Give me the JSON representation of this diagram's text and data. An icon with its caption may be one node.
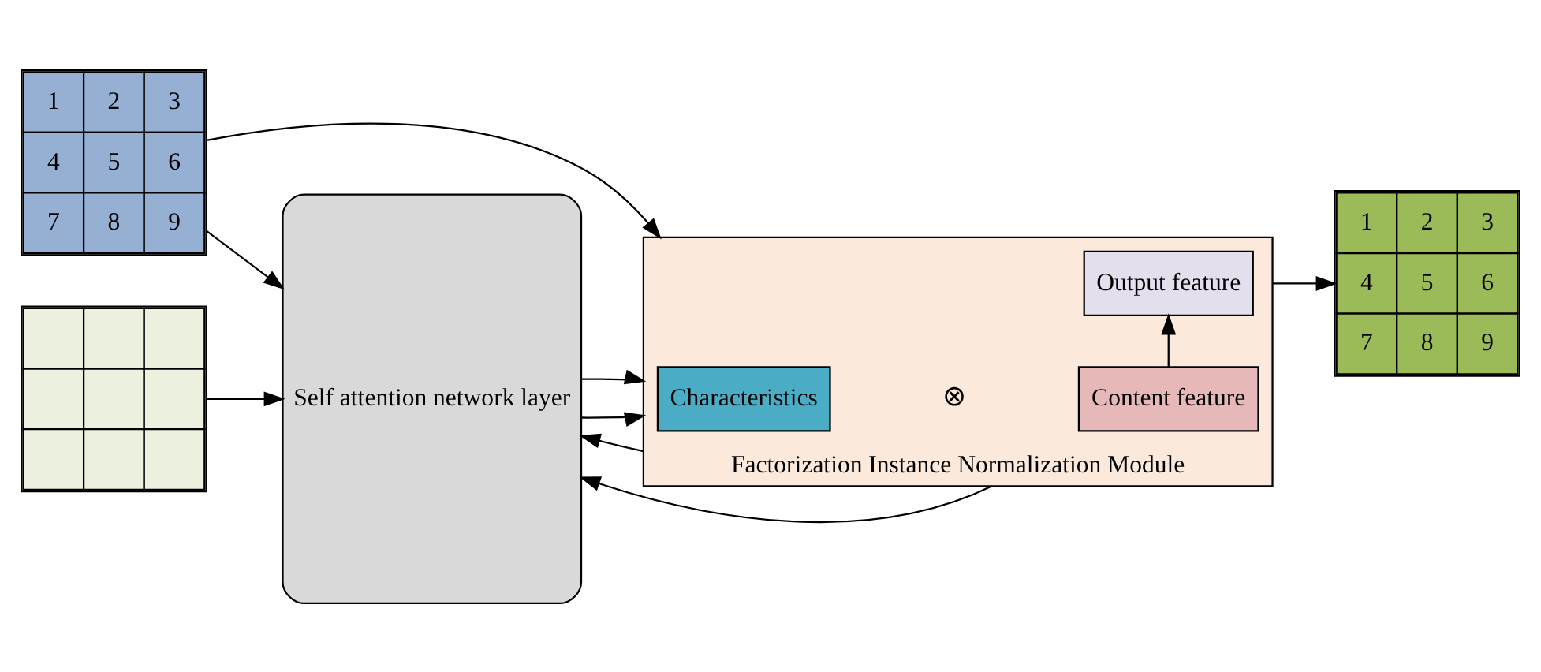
{
  "diagram": {
    "nodes": [
      {
        "text": [
          "1",
          "2",
          "3",
          "4",
          "5",
          "6",
          "7",
          "8",
          "9"
        ]
      },
      {
        "text": [],
        "shape": "grid"
      },
      {
        "text": [
          "Self attention network layer"
        ]
      },
      {
        "text": [
          "Factorization Instance Normalization Module"
        ]
      },
      {
        "text": [
          "Characteristics"
        ],
        "in": 3
      },
      {
        "text": [
          "Content feature"
        ],
        "in": 3
      },
      {
        "text": [
          "Output feature"
        ],
        "in": 3
      },
      {
        "text": [
          "1",
          "2",
          "3",
          "4",
          "5",
          "6",
          "7",
          "8",
          "9"
        ]
      }
    ],
    "edges": [
      {
        "from": 0,
        "to": 2,
        "arrow": "to"
      },
      {
        "from": 1,
        "to": 2,
        "arrow": "to"
      },
      {
        "from": 2,
        "to": 3,
        "arrow": "to"
      },
      {
        "from": 2,
        "to": 3,
        "arrow": "to"
      },
      {
        "from": 5,
        "to": 6,
        "arrow": "to"
      },
      {
        "from": 3,
        "to": 7,
        "arrow": "to"
      },
      {
        "from": 0,
        "to": 3,
        "arrow": "to"
      },
      {
        "from": 3,
        "to": 2,
        "arrow": "to"
      },
      {
        "from": 3,
        "to": 2,
        "arrow": "to"
      }
    ],
    "labels": [
      "⊗"
    ]
  }
}
